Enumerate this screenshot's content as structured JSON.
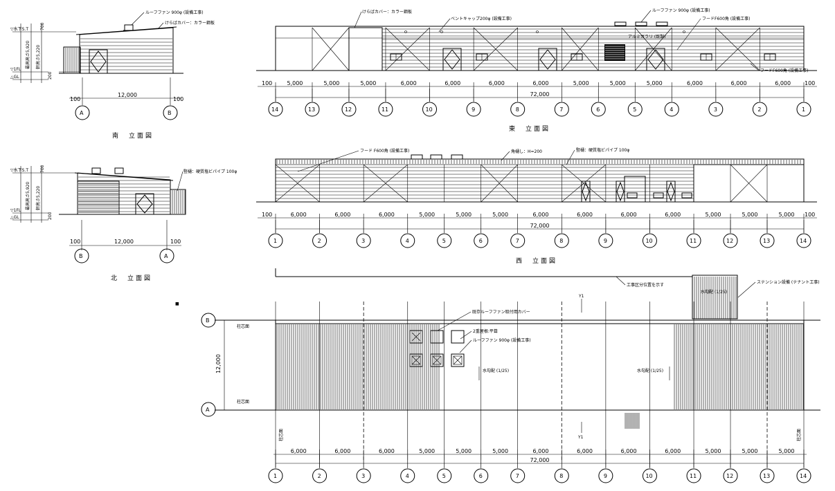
{
  "drawing": {
    "title_south": "南　立面図",
    "title_north": "北　立面図",
    "title_east": "東　立面図",
    "title_west": "西　立面図",
    "small_elev": {
      "top_tag": "▽水下S.T",
      "fl_tag": "▽1FL",
      "gl_tag": "△GL",
      "dim_700": "700",
      "dim_height_a": "最高高さ5,920",
      "dim_height_b": "軒高さ5,220",
      "dim_200": "200",
      "span_12000": "12,000",
      "edge_100": "100",
      "axis_A": "A",
      "axis_B": "B",
      "south_note_fan": "ルーフファン 900φ (設備工事)",
      "south_note_cover": "けらばカバー：カラー鋼板",
      "north_note": "竪樋：硬質塩ビパイプ 100φ"
    },
    "east": {
      "note_cover": "けらばカバー：カラー鋼板",
      "note_vent": "ベントキャップ200φ (設備工事)",
      "note_fan": "ルーフファン 900φ (設備工事)",
      "note_hood": "フードF600角 (設備工事)",
      "note_louver": "アルミガラリ (既製)",
      "note_hood_b": "フードF600角 (設備工事)",
      "spans": [
        "5,000",
        "5,000",
        "5,000",
        "6,000",
        "6,000",
        "6,000",
        "6,000",
        "5,000",
        "5,000",
        "5,000",
        "6,000",
        "6,000",
        "6,000"
      ],
      "axes": [
        "14",
        "13",
        "12",
        "11",
        "10",
        "9",
        "8",
        "7",
        "6",
        "5",
        "4",
        "3",
        "2",
        "1"
      ]
    },
    "west": {
      "note_hood": "フード F600角 (設備工事)",
      "note_eave": "角樋し：H=200",
      "note_pipe": "竪樋：硬質塩ビパイプ 100φ",
      "spans": [
        "6,000",
        "6,000",
        "6,000",
        "5,000",
        "5,000",
        "5,000",
        "6,000",
        "6,000",
        "6,000",
        "6,000",
        "5,000",
        "5,000",
        "5,000"
      ],
      "axes": [
        "1",
        "2",
        "3",
        "4",
        "5",
        "6",
        "7",
        "8",
        "9",
        "10",
        "11",
        "12",
        "13",
        "14"
      ]
    },
    "total_72000": "72,000",
    "edge_100": "100",
    "plan": {
      "note_boundary": "工事区分位置を示す",
      "note_station": "ステンション設備 (テナント工事)",
      "note_fan_cover": "既存ルーフファン取付用カバー",
      "note_roof_mat": "2重屋根:平葺",
      "note_fan": "ルーフファン 900φ (設備工事)",
      "slope_text_a": "水勾配 (1/25)",
      "slope_text_b": "水勾配 (1/25)",
      "slope_text_c": "水勾配 (1/25)",
      "axis_B": "B",
      "axis_A": "A",
      "pillar_B": "柱芯面",
      "pillar_A": "柱芯面",
      "span_12000": "12,000",
      "y1_top": "Y1",
      "y1_bottom": "Y1",
      "edge_left": "柱芯面",
      "edge_right": "柱芯面",
      "spans": [
        "6,000",
        "6,000",
        "6,000",
        "5,000",
        "5,000",
        "5,000",
        "6,000",
        "6,000",
        "6,000",
        "6,000",
        "5,000",
        "5,000",
        "5,000"
      ],
      "axes": [
        "1",
        "2",
        "3",
        "4",
        "5",
        "6",
        "7",
        "8",
        "9",
        "10",
        "11",
        "12",
        "13",
        "14"
      ],
      "mark": "■"
    }
  }
}
